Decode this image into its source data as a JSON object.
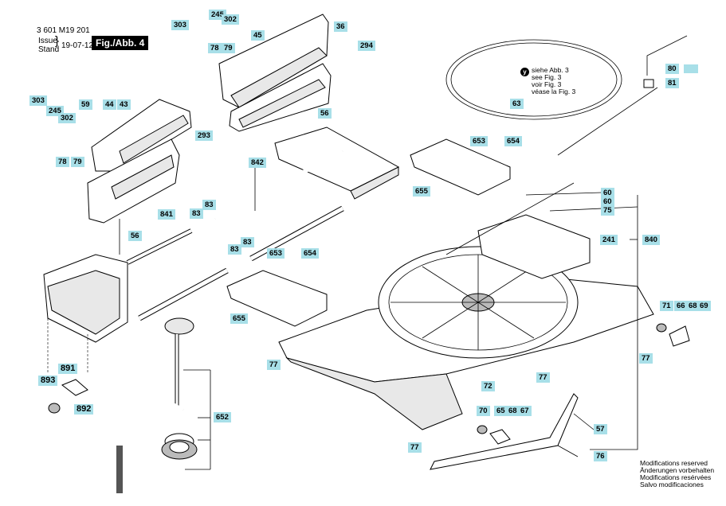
{
  "header": {
    "doc_number": "3 601 M19 201",
    "issue_label": "Issue",
    "stand_label": "Stand",
    "date": "19-07-12",
    "fig_label": "Fig./Abb. 4"
  },
  "note": {
    "marker": "y",
    "lines": [
      "siehe Abb. 3",
      "see Fig. 3",
      "voir Fig. 3",
      "véase la Fig. 3"
    ]
  },
  "modifications": [
    "Modifications reserved",
    "Änderungen vorbehalten",
    "Modifications resérvées",
    "Salvo modificaciones"
  ],
  "labels": {
    "l303a": "303",
    "l245a": "245",
    "l302a": "302",
    "l45": "45",
    "l36": "36",
    "l78a": "78",
    "l79a": "79",
    "l294": "294",
    "l80": "80",
    "l81": "81",
    "l303b": "303",
    "l245b": "245",
    "l59": "59",
    "l44": "44",
    "l43": "43",
    "l302b": "302",
    "l63": "63",
    "l56a": "56",
    "l293": "293",
    "l653a": "653",
    "l654a": "654",
    "l842": "842",
    "l78b": "78",
    "l79b": "79",
    "l655a": "655",
    "l60a": "60",
    "l60b": "60",
    "l60c": "60",
    "l75": "75",
    "l83a": "83",
    "l83b": "83",
    "l841": "841",
    "l241": "241",
    "l840": "840",
    "l56b": "56",
    "l83c": "83",
    "l83d": "83",
    "l653b": "653",
    "l654b": "654",
    "l655b": "655",
    "l71": "71",
    "l66": "66",
    "l68a": "68",
    "l69": "69",
    "l77a": "77",
    "l77b": "77",
    "l77c": "77",
    "l77d": "77",
    "l891": "891",
    "l893": "893",
    "l892": "892",
    "l72": "72",
    "l652": "652",
    "l70": "70",
    "l65": "65",
    "l68b": "68",
    "l67": "67",
    "l57": "57",
    "l76": "76"
  },
  "colors": {
    "label_bg": "#a8dfe8",
    "ink": "#000000",
    "fig_box": "#000000"
  }
}
